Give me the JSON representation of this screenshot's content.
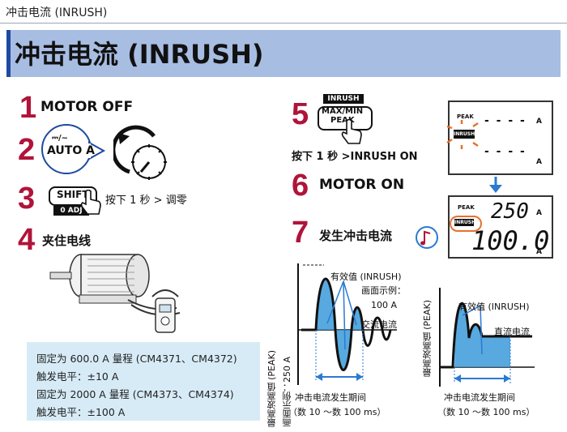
{
  "header": {
    "breadcrumb": "冲击电流 (INRUSH)",
    "title": "冲击电流 (INRUSH)"
  },
  "steps": [
    {
      "number": "1",
      "text": "MOTOR OFF"
    },
    {
      "number": "2",
      "dial_label": "AUTO A",
      "dial_top": "⎓/~"
    },
    {
      "number": "3",
      "key_label": "SHIFT",
      "key_sub": "0 ADJ",
      "text": "按下 1 秒 > 调零"
    },
    {
      "number": "4",
      "text": "夹住电线"
    },
    {
      "number": "5",
      "key_tag": "INRUSH",
      "key_label_1": "MAX/MIN",
      "key_label_2": "PEAK",
      "text": "按下 1 秒 >INRUSH ON"
    },
    {
      "number": "6",
      "text": "MOTOR ON"
    },
    {
      "number": "7",
      "text": "发生冲击电流"
    }
  ],
  "display_before": {
    "peak_label": "PEAK",
    "inrush_tag": "INRUSH",
    "unit_top": "A",
    "unit_bottom": "A",
    "top_digits": "- - - -",
    "bottom_digits": "- - - -"
  },
  "display_after": {
    "peak_label": "PEAK",
    "inrush_tag": "INRUSH",
    "value_top": "250",
    "value_bottom": "100.0",
    "unit_top": "A",
    "unit_bottom": "A"
  },
  "info_box": {
    "lines": [
      "固定为 600.0 A 量程 (CM4371、CM4372)",
      "触发电平：±10 A",
      "固定为 2000 A 量程 (CM4373、CM4374)",
      "触发电平：±100 A"
    ]
  },
  "ac_chart": {
    "y_label": "最高波高值 (PEAK)",
    "y_example": "画面示例：250 A",
    "rms_label": "有效值 (INRUSH)",
    "rms_example_1": "画面示例：",
    "rms_example_2": "100 A",
    "curve_label": "交流电流",
    "x_label": "冲击电流发生期间",
    "x_range": "（数 10 ～数 100 ms）"
  },
  "dc_chart": {
    "y_label": "最高波高值 (PEAK)",
    "rms_label": "有效值 (INRUSH)",
    "curve_label": "直流电流",
    "x_label": "冲击电流发生期间",
    "x_range": "（数 10 ～数 100 ms）"
  },
  "colors": {
    "accent_red": "#b0143a",
    "banner_bg": "#a8bde2",
    "banner_bar": "#1e4aa0",
    "fill_blue": "#3a9ad9",
    "info_bg": "#d7ebf7",
    "orange": "#e8702a"
  }
}
